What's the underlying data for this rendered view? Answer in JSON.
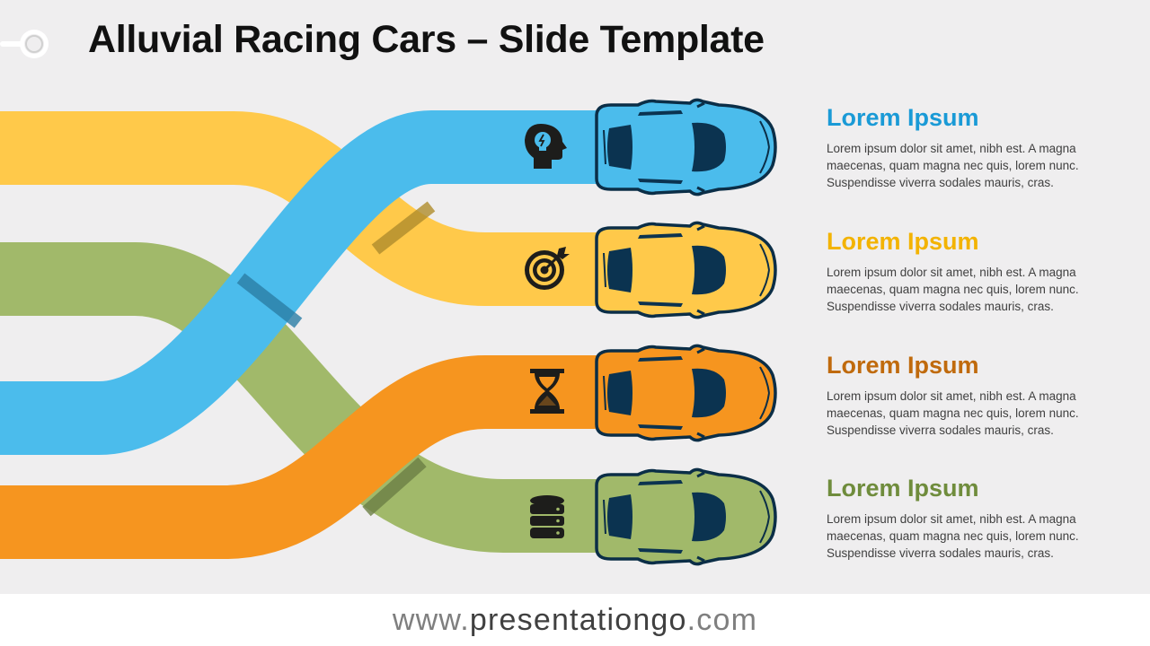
{
  "title": "Alluvial Racing Cars – Slide Template",
  "footer": {
    "prefix": "www.",
    "brand": "presentationgo",
    "suffix": ".com"
  },
  "colors": {
    "blue": "#4bbcec",
    "yellow": "#ffc94a",
    "orange": "#f6951f",
    "green": "#a1b96a",
    "car_outline": "#0b2e47",
    "text_heading_blue": "#1a9ad6",
    "text_heading_yellow": "#f3b300",
    "text_heading_orange": "#c06a0c",
    "text_heading_green": "#6f8c3c"
  },
  "items": [
    {
      "heading": "Lorem Ipsum",
      "body": "Lorem ipsum dolor sit amet, nibh est. A magna maecenas, quam magna nec quis, lorem nunc. Suspendisse viverra sodales mauris, cras.",
      "icon": "head-lightbulb-icon",
      "car_color": "#4bbcec",
      "heading_color": "#1a9ad6"
    },
    {
      "heading": "Lorem Ipsum",
      "body": "Lorem ipsum dolor sit amet, nibh est. A magna maecenas, quam magna nec quis, lorem nunc. Suspendisse viverra sodales mauris, cras.",
      "icon": "target-icon",
      "car_color": "#ffc94a",
      "heading_color": "#f3b300"
    },
    {
      "heading": "Lorem Ipsum",
      "body": "Lorem ipsum dolor sit amet, nibh est. A magna maecenas, quam magna nec quis, lorem nunc. Suspendisse viverra sodales mauris, cras.",
      "icon": "hourglass-icon",
      "car_color": "#f6951f",
      "heading_color": "#c06a0c"
    },
    {
      "heading": "Lorem Ipsum",
      "body": "Lorem ipsum dolor sit amet, nibh est. A magna maecenas, quam magna nec quis, lorem nunc. Suspendisse viverra sodales mauris, cras.",
      "icon": "database-icon",
      "car_color": "#a1b96a",
      "heading_color": "#6f8c3c"
    }
  ]
}
